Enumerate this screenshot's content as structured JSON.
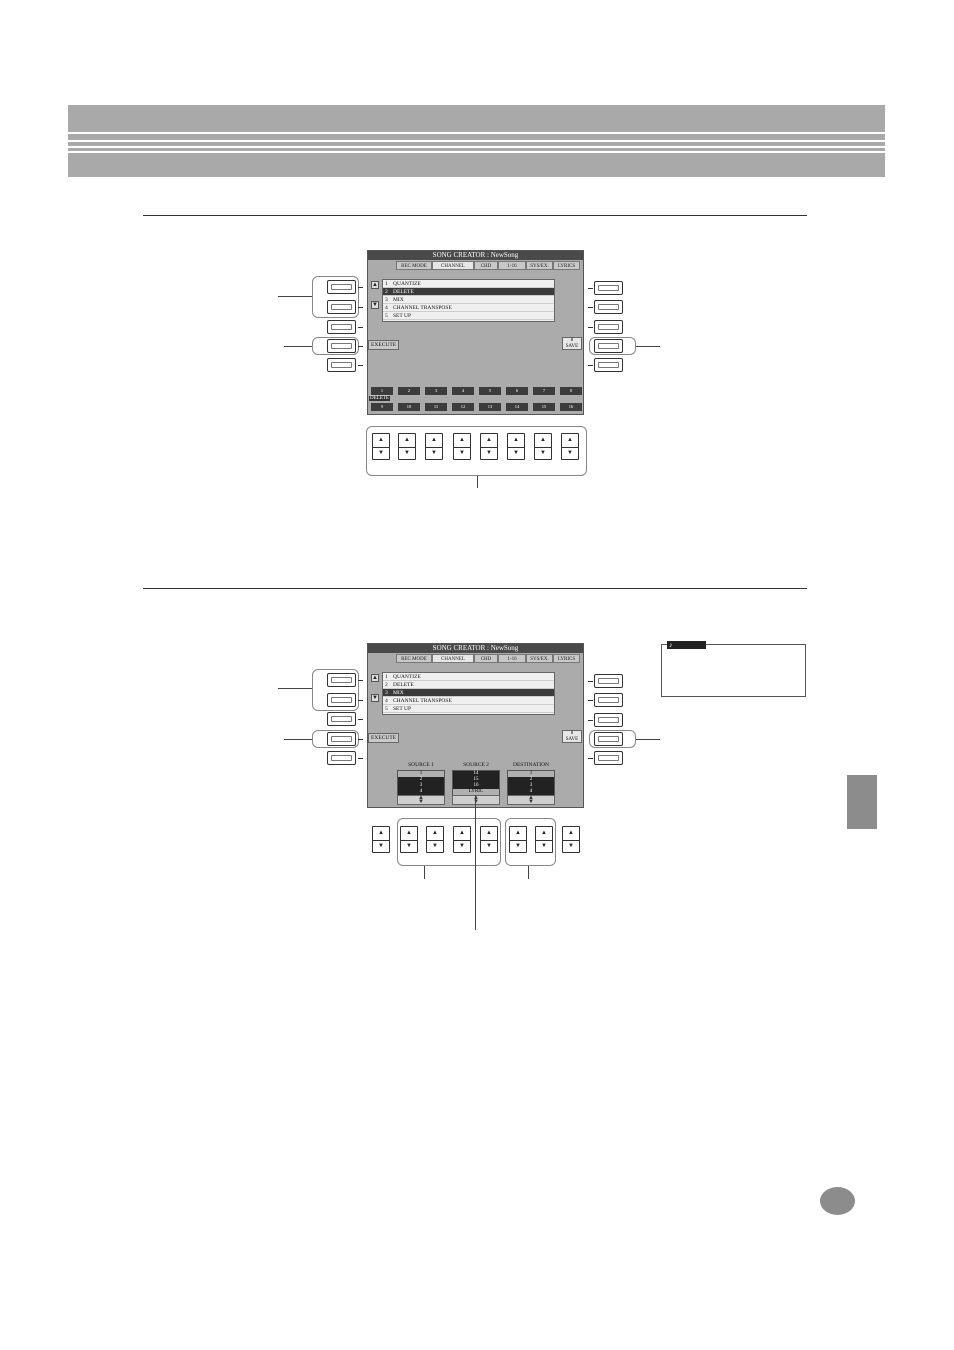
{
  "screen_top": {
    "title": "SONG CREATOR : NewSong",
    "tabs": [
      "REC MODE",
      "CHANNEL",
      "CHD",
      "1-16",
      "SYS/EX.",
      "LYRICS"
    ],
    "active_tab": "CHANNEL",
    "menu": [
      {
        "num": "1",
        "label": "QUANTIZE"
      },
      {
        "num": "2",
        "label": "DELETE"
      },
      {
        "num": "3",
        "label": "MIX"
      },
      {
        "num": "4",
        "label": "CHANNEL   TRANSPOSE"
      },
      {
        "num": "5",
        "label": "SET UP"
      }
    ],
    "selected_index": 1,
    "execute_label": "EXECUTE",
    "save_label": "SAVE",
    "save_num": "8",
    "channels_row1": [
      "1",
      "2",
      "3",
      "4",
      "5",
      "6",
      "7",
      "8"
    ],
    "channels_row2": [
      "9",
      "10",
      "11",
      "12",
      "13",
      "14",
      "15",
      "16"
    ],
    "delete_label": "DELETE"
  },
  "screen_bottom": {
    "title": "SONG CREATOR : NewSong",
    "tabs": [
      "REC MODE",
      "CHANNEL",
      "CHD",
      "1-16",
      "SYS/EX.",
      "LYRICS"
    ],
    "menu": [
      {
        "num": "1",
        "label": "QUANTIZE"
      },
      {
        "num": "2",
        "label": "DELETE"
      },
      {
        "num": "3",
        "label": "MIX"
      },
      {
        "num": "4",
        "label": "CHANNEL   TRANSPOSE"
      },
      {
        "num": "5",
        "label": "SET UP"
      }
    ],
    "selected_index": 2,
    "execute_label": "EXECUTE",
    "save_label": "SAVE",
    "save_num": "8",
    "source1_label": "SOURCE 1",
    "source1_values": [
      "1",
      "2",
      "3",
      "4"
    ],
    "source2_label": "SOURCE 2",
    "source2_values": [
      "14",
      "15",
      "16",
      "LYRIC"
    ],
    "destination_label": "DESTINATION",
    "destination_values": [
      "1",
      "2",
      "3",
      "4"
    ]
  },
  "colors": {
    "header_band": "#a9a9a9",
    "lcd_bg": "#ababab",
    "lcd_title": "#4a4a4a",
    "accent_gray": "#8c8c8c"
  }
}
